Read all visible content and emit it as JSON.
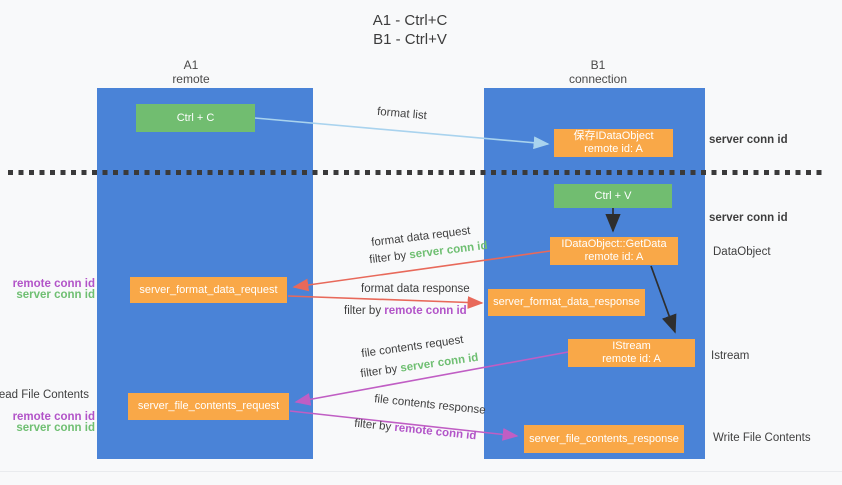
{
  "title": {
    "line1": "A1 - Ctrl+C",
    "line2": "B1 - Ctrl+V"
  },
  "columns": {
    "left": {
      "name": "A1",
      "role": "remote"
    },
    "right": {
      "name": "B1",
      "role": "connection"
    }
  },
  "nodes": {
    "ctrl_c": "Ctrl + C",
    "ctrl_v": "Ctrl + V",
    "save_dataobject": {
      "line1": "保存IDataObject",
      "line2": "remote id: A"
    },
    "getdata": {
      "line1": "IDataObject::GetData",
      "line2": "remote id: A"
    },
    "istream": {
      "line1": "IStream",
      "line2": "remote id: A"
    },
    "format_request": "server_format_data_request",
    "format_response": "server_format_data_response",
    "file_request": "server_file_contents_request",
    "file_response": "server_file_contents_response"
  },
  "arrow_labels": {
    "format_list": "format list",
    "format_data_request": "format data request",
    "format_data_response": "format data response",
    "file_contents_request": "file contents request",
    "file_contents_response": "file contents response",
    "filter_by": "filter by ",
    "server_conn_id": "server conn id",
    "remote_conn_id": "remote conn id"
  },
  "side_labels": {
    "server_conn_id": "server conn id",
    "remote_conn_id": "remote conn id",
    "dataobject": "DataObject",
    "istream": "Istream",
    "read_file_contents": "Read File Contents",
    "write_file_contents": "Write File Contents"
  },
  "colors": {
    "lifeline_blue": "#4a83d7",
    "node_green": "#71bd70",
    "node_orange": "#f9a848",
    "arrow_red": "#e8695a",
    "arrow_magenta": "#c05ec4",
    "arrow_lightblue": "#a9d3ee",
    "arrow_black": "#2e2e2e",
    "text_green": "#6fbf72",
    "text_purple": "#b254c8",
    "text_dark": "#3f3f3f",
    "background": "#f8f9fa"
  }
}
